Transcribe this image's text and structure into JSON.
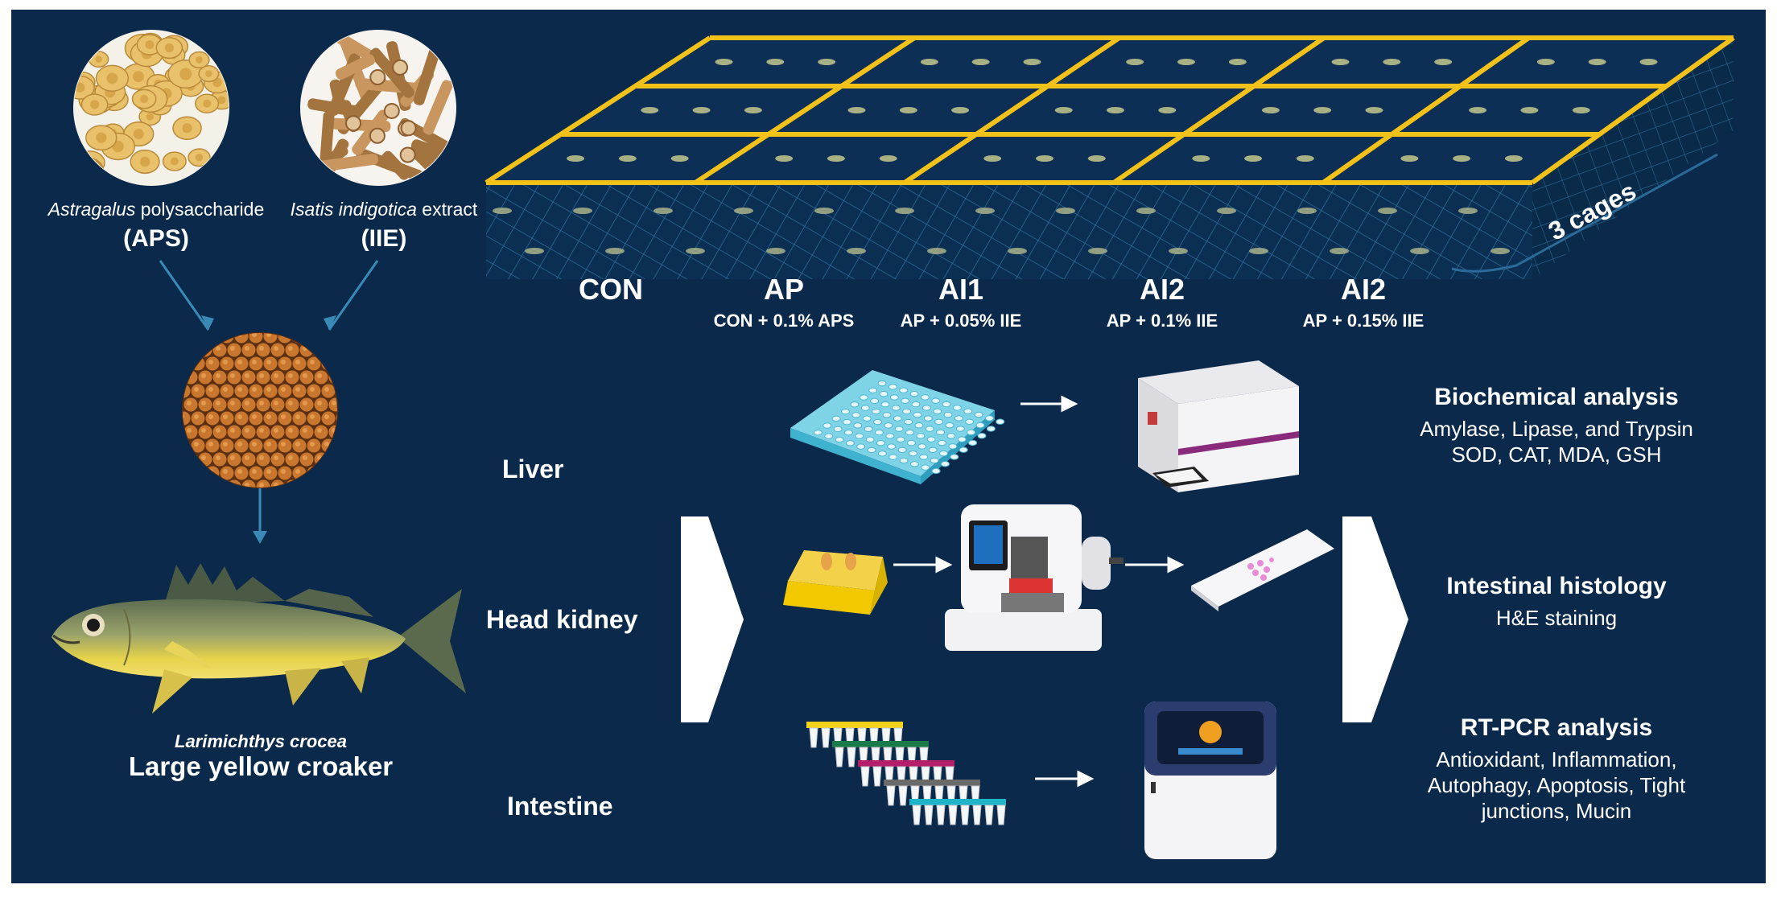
{
  "ingredients": {
    "aps_italic": "Astragalus",
    "aps_rest": " polysaccharide",
    "aps_abbr": "(APS)",
    "iie_italic": "Isatis indigotica",
    "iie_rest": " extract",
    "iie_abbr": "(IIE)"
  },
  "fish": {
    "species": "Larimichthys crocea",
    "common_name": "Large yellow croaker"
  },
  "cages": {
    "count_label": "3 cages",
    "groups": [
      {
        "name": "CON",
        "desc": ""
      },
      {
        "name": "AP",
        "desc": "CON + 0.1% APS"
      },
      {
        "name": "AI1",
        "desc": "AP + 0.05% IIE"
      },
      {
        "name": "AI2",
        "desc": "AP + 0.1% IIE"
      },
      {
        "name": "AI2",
        "desc": "AP + 0.15% IIE"
      }
    ]
  },
  "tissues": [
    "Liver",
    "Head kidney",
    "Intestine"
  ],
  "analyses": [
    {
      "title": "Biochemical analysis",
      "lines": [
        "Amylase, Lipase, and Trypsin",
        "SOD, CAT, MDA, GSH"
      ]
    },
    {
      "title": "Intestinal histology",
      "lines": [
        "H&E staining"
      ]
    },
    {
      "title": "RT-PCR analysis",
      "lines": [
        "Antioxidant, Inflammation,",
        "Autophagy, Apoptosis, Tight",
        "junctions, Mucin"
      ]
    }
  ],
  "colors": {
    "background": "#0b2a4b",
    "cage_frame": "#f2c21a",
    "net": "#1e5a85",
    "text": "#ffffff"
  }
}
